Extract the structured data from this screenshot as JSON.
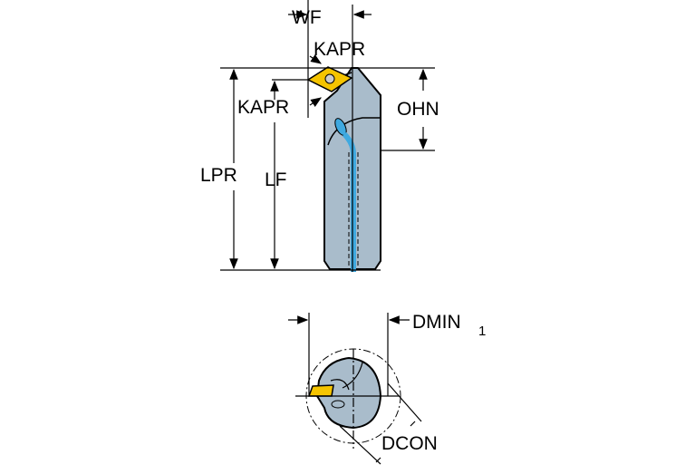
{
  "labels": {
    "wf": "WF",
    "kapr_top": "KAPR",
    "kapr_left": "KAPR",
    "ohn": "OHN",
    "lpr": "LPR",
    "lf": "LF",
    "dmin": "DMIN",
    "dmin_subscript": "1",
    "dcon": "DCON"
  },
  "colors": {
    "body": "#a9bccb",
    "insert": "#f5c400",
    "coolant": "#3fa9e0"
  }
}
